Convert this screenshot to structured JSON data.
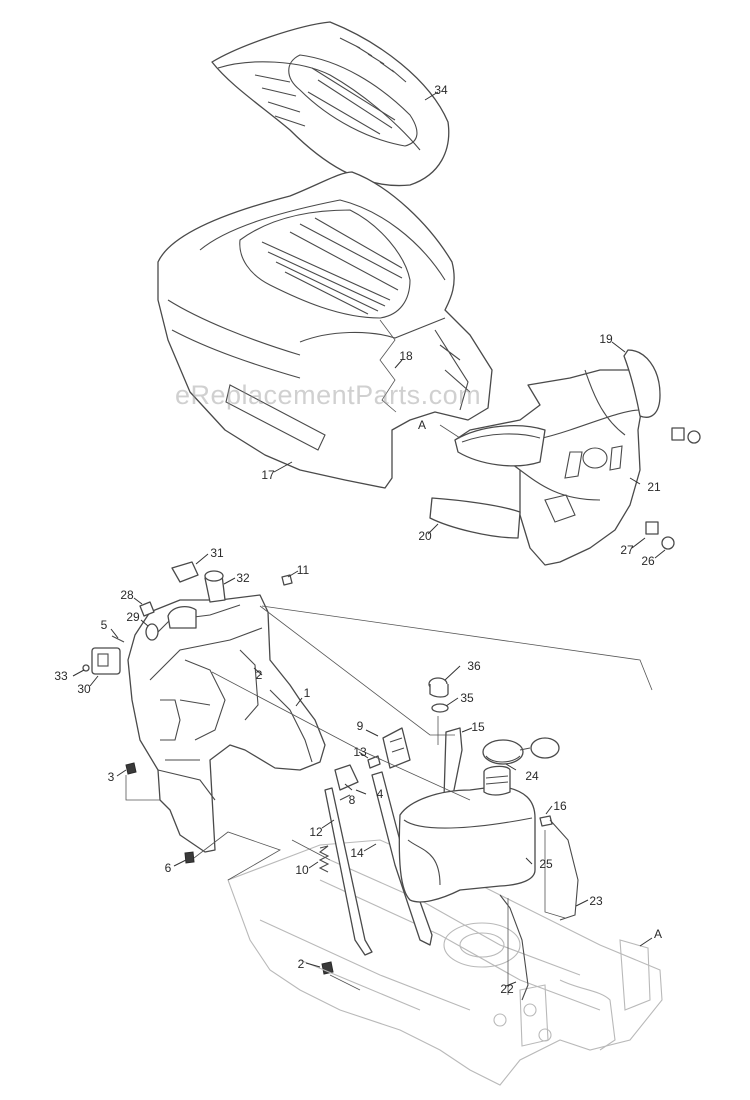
{
  "watermark": "eReplacementParts.com",
  "callouts": {
    "c34": "34",
    "c17": "17",
    "c18": "18",
    "cA_top": "A",
    "c19": "19",
    "c21": "21",
    "c20": "20",
    "c27": "27",
    "c26": "26",
    "c31": "31",
    "c32": "32",
    "c11": "11",
    "c28": "28",
    "c29": "29",
    "c5": "5",
    "c33": "33",
    "c30": "30",
    "c2_upper": "2",
    "c1": "1",
    "c3": "3",
    "c9": "9",
    "c13": "13",
    "c8": "8",
    "c4": "4",
    "c12": "12",
    "c6": "6",
    "c10": "10",
    "c14": "14",
    "c2_lower": "2",
    "c36": "36",
    "c35": "35",
    "c15": "15",
    "c24": "24",
    "c16": "16",
    "c25": "25",
    "c23": "23",
    "c22": "22",
    "cA_bottom": "A"
  }
}
